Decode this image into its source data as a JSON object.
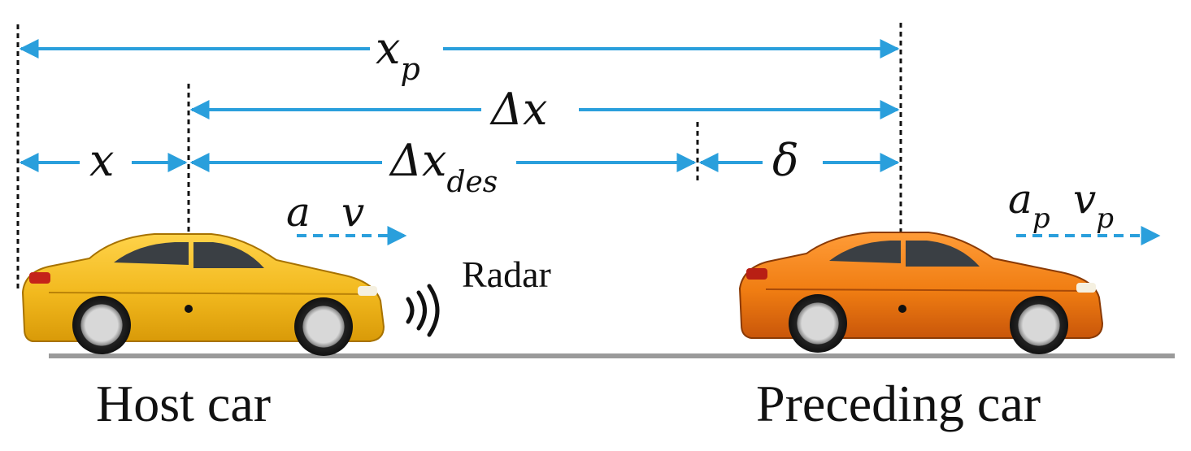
{
  "labels": {
    "xp_main": "x",
    "xp_sub": "p",
    "delta_x": "Δx",
    "x": "x",
    "delta_x_des_main": "Δx",
    "delta_x_des_sub": "des",
    "delta": "δ",
    "host_accel": "a",
    "host_vel": "v",
    "pre_accel_main": "a",
    "pre_accel_sub": "p",
    "pre_vel_main": "v",
    "pre_vel_sub": "p",
    "radar": "Radar",
    "host_car": "Host car",
    "preceding_car": "Preceding car"
  },
  "colors": {
    "arrow": "#2a9fdc",
    "host_car_body": "#f2b91e",
    "host_car_shade": "#d99a08",
    "preceding_car_body": "#f07d12",
    "preceding_car_shade": "#c9560a",
    "road": "#9a9a9a",
    "window": "#3a3f44"
  },
  "icons": {
    "radar": "radar-wave-icon",
    "host_car": "car-sedan-icon",
    "preceding_car": "car-sedan-icon"
  }
}
